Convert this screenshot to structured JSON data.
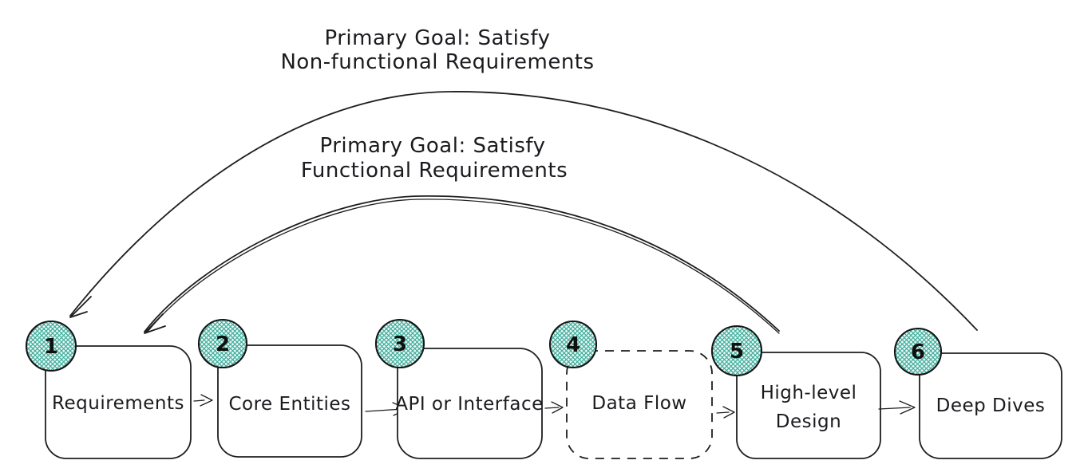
{
  "diagram": {
    "type": "flow-diagram",
    "background": "#ffffff",
    "colors": {
      "line": "#1e1e1e",
      "text": "#1b1b1f",
      "badge_hatch": "#3fae9c",
      "badge_fill_tint": "#eef8f6",
      "badge_outline": "#161616"
    },
    "arcs": [
      {
        "id": "non-functional-goal",
        "label_line1": "Primary Goal: Satisfy",
        "label_line2": "Non-functional Requirements",
        "from_step": "6",
        "to_step": "1"
      },
      {
        "id": "functional-goal",
        "label_line1": "Primary Goal: Satisfy",
        "label_line2": "Functional Requirements",
        "from_step": "5",
        "to_step": "1"
      }
    ],
    "steps": [
      {
        "number": "1",
        "label": "Requirements",
        "border": "solid"
      },
      {
        "number": "2",
        "label": "Core Entities",
        "border": "solid"
      },
      {
        "number": "3",
        "label": "API or Interface",
        "border": "solid"
      },
      {
        "number": "4",
        "label": "Data Flow",
        "border": "dashed"
      },
      {
        "number": "5",
        "label": "High-level Design",
        "label_lines": [
          "High-level",
          "Design"
        ],
        "border": "solid"
      },
      {
        "number": "6",
        "label": "Deep Dives",
        "border": "solid"
      }
    ]
  }
}
